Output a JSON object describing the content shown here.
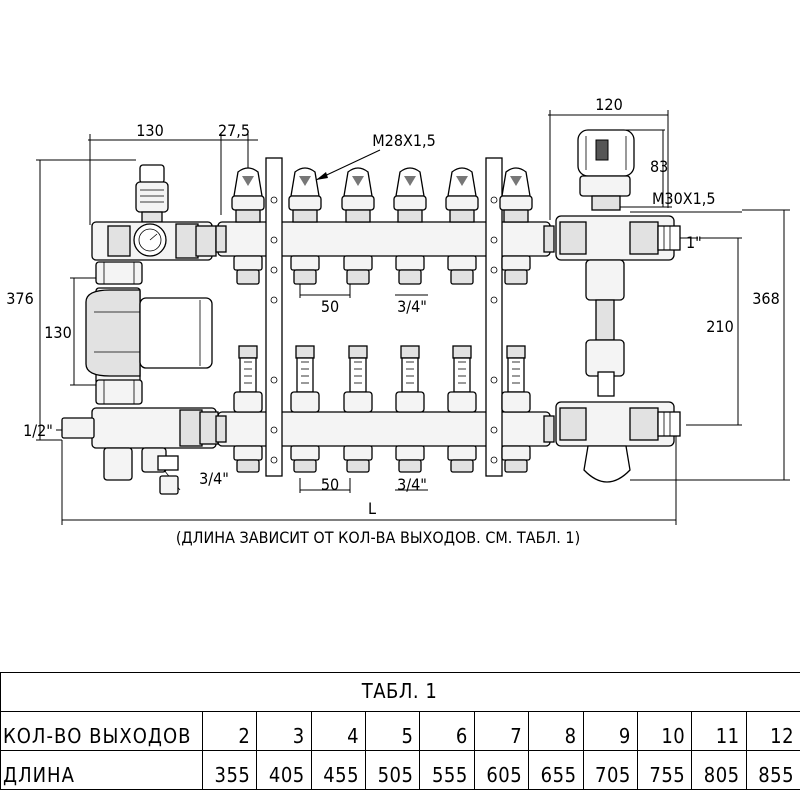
{
  "dimensions": {
    "top_left_130": "130",
    "top_27_5": "27,5",
    "thread_m28": "M28X1,5",
    "top_120": "120",
    "right_83": "83",
    "thread_m30": "M30X1,5",
    "connection_1in": "1\"",
    "height_376": "376",
    "pump_130": "130",
    "height_210": "210",
    "height_368": "368",
    "pitch_top": "50",
    "outlet_top": "3/4\"",
    "pitch_bottom": "50",
    "outlet_bottom": "3/4\"",
    "inlet_half": "1/2\"",
    "drain_3_4": "3/4\"",
    "length_L": "L",
    "length_note": "(ДЛИНА ЗАВИСИТ ОТ КОЛ-ВА ВЫХОДОВ. СМ. ТАБЛ. 1)"
  },
  "table": {
    "title": "ТАБЛ. 1",
    "row1_header": "КОЛ-ВО ВЫХОДОВ",
    "row2_header": "ДЛИНА",
    "outlets": [
      "2",
      "3",
      "4",
      "5",
      "6",
      "7",
      "8",
      "9",
      "10",
      "11",
      "12"
    ],
    "lengths": [
      "355",
      "405",
      "455",
      "505",
      "555",
      "605",
      "655",
      "705",
      "755",
      "805",
      "855"
    ]
  }
}
